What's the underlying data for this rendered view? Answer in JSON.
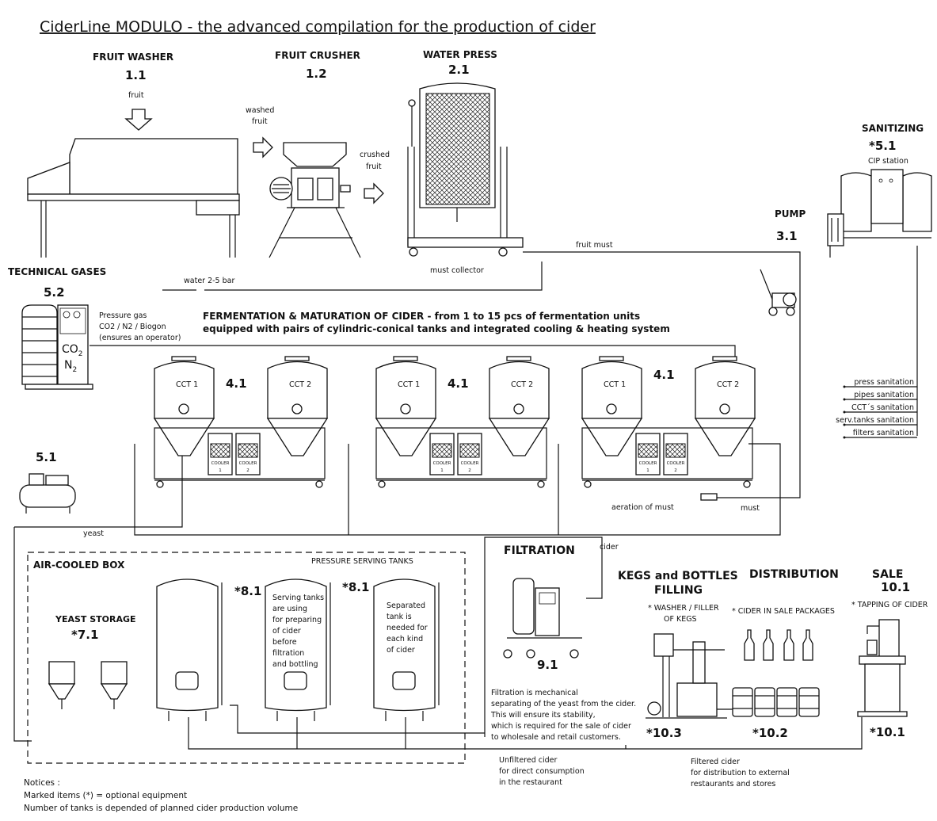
{
  "title": "CiderLine MODULO  - the advanced  compilation for the production of cider",
  "fruit_washer": {
    "label": "FRUIT WASHER",
    "code": "1.1",
    "input": "fruit"
  },
  "fruit_crusher": {
    "label": "FRUIT CRUSHER",
    "code": "1.2",
    "input": [
      "washed",
      "fruit"
    ],
    "output": [
      "crushed",
      "fruit"
    ]
  },
  "water_press": {
    "label": "WATER PRESS",
    "code": "2.1",
    "collector": "must collector",
    "output": "fruit must"
  },
  "water_line": "water 2-5 bar",
  "sanitizing": {
    "label": "SANITIZING",
    "code": "*5.1",
    "sub": "CIP station",
    "lines": [
      "press sanitation",
      "pipes sanitation",
      "CCT´s sanitation",
      "serv.tanks sanitation",
      "filters sanitation"
    ]
  },
  "pump": {
    "label": "PUMP",
    "code": "3.1"
  },
  "technical_gases": {
    "label": "TECHNICAL GASES",
    "code": "5.2",
    "desc": [
      "Pressure gas",
      "CO2 / N2 / Biogon",
      "(ensures an operator)"
    ],
    "co2": "CO",
    "co2_sub": "2",
    "n2": "N",
    "n2_sub": "2"
  },
  "fermentation": {
    "heading": [
      "FERMENTATION & MATURATION OF CIDER - from 1 to 15 pcs of fermentation units",
      "equipped with pairs of cylindric-conical tanks and integrated cooling & heating system"
    ],
    "units": [
      {
        "code": "4.1",
        "tank1": "CCT 1",
        "tank2": "CCT 2",
        "cooler1": "COOLER",
        "cooler1_n": "1",
        "cooler2": "COOLER",
        "cooler2_n": "2"
      },
      {
        "code": "4.1",
        "tank1": "CCT 1",
        "tank2": "CCT 2",
        "cooler1": "COOLER",
        "cooler1_n": "1",
        "cooler2": "COOLER",
        "cooler2_n": "2"
      },
      {
        "code": "4.1",
        "tank1": "CCT 1",
        "tank2": "CCT 2",
        "cooler1": "COOLER",
        "cooler1_n": "1",
        "cooler2": "COOLER",
        "cooler2_n": "2"
      }
    ]
  },
  "compressor": {
    "code": "5.1"
  },
  "flows": {
    "aeration": "aeration of must",
    "must": "must",
    "yeast": "yeast",
    "cider": "cider"
  },
  "air_cooled_box": {
    "label": "AIR-COOLED BOX",
    "yeast_storage": "YEAST STORAGE",
    "yeast_code": "*7.1"
  },
  "serving_tanks": {
    "label": "PRESSURE SERVING TANKS",
    "code_a": "*8.1",
    "code_b": "*8.1",
    "note1": [
      "Serving tanks",
      "are using",
      "for preparing",
      "of cider",
      "before",
      "filtration",
      "and bottling"
    ],
    "note2": [
      "Separated",
      "tank is",
      "needed for",
      "each kind",
      "of cider"
    ]
  },
  "filtration": {
    "label": "FILTRATION",
    "code": "9.1",
    "note": [
      "Filtration is mechanical",
      "separating of the yeast from the cider.",
      "This will ensure its stability,",
      "which is required for the sale of cider",
      "to wholesale and retail customers."
    ]
  },
  "kegs": {
    "label": "KEGS and BOTTLES",
    "label2": "FILLING",
    "sub": [
      "* WASHER / FILLER",
      "OF KEGS"
    ],
    "code": "*10.3"
  },
  "distribution": {
    "label": "DISTRIBUTION",
    "sub": "* CIDER IN SALE PACKAGES",
    "code": "*10.2"
  },
  "sale": {
    "label": "SALE",
    "code_top": "10.1",
    "sub": "* TAPPING OF  CIDER",
    "code": "*10.1"
  },
  "unfiltered": [
    "Unfiltered cider",
    "for direct consumption",
    "in the restaurant"
  ],
  "filtered": [
    "Filtered cider",
    "for distribution to external",
    "restaurants and stores"
  ],
  "notices": [
    "Notices :",
    "Marked items (*) = optional equipment",
    "Number of tanks is depended of planned cider production volume"
  ]
}
